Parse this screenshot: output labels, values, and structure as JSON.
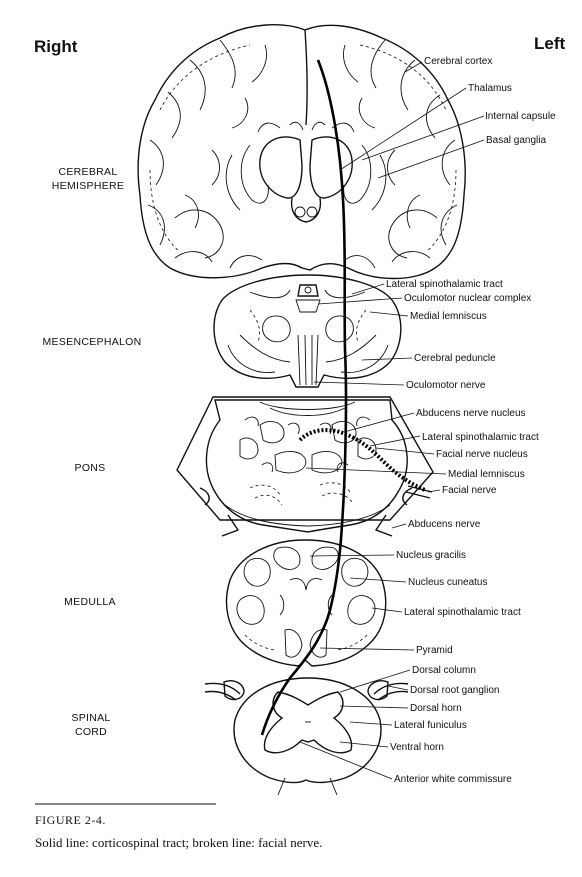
{
  "header": {
    "right": "Right",
    "left": "Left"
  },
  "regions": {
    "cerebral_1": "CEREBRAL",
    "cerebral_2": "HEMISPHERE",
    "mesencephalon": "MESENCEPHALON",
    "pons": "PONS",
    "medulla": "MEDULLA",
    "spinal_1": "SPINAL",
    "spinal_2": "CORD"
  },
  "labels": {
    "cerebral_cortex": "Cerebral cortex",
    "thalamus": "Thalamus",
    "internal_capsule": "Internal capsule",
    "basal_ganglia": "Basal ganglia",
    "lateral_spinothalamic_tract_mes": "Lateral spinothalamic tract",
    "oculomotor_nuclear_complex": "Oculomotor nuclear complex",
    "medial_lemniscus_mes": "Medial lemniscus",
    "cerebral_peduncle": "Cerebral peduncle",
    "oculomotor_nerve": "Oculomotor nerve",
    "abducens_nerve_nucleus": "Abducens nerve nucleus",
    "lateral_spinothalamic_tract_pons": "Lateral spinothalamic tract",
    "facial_nerve_nucleus": "Facial nerve nucleus",
    "medial_lemniscus_pons": "Medial lemniscus",
    "facial_nerve": "Facial nerve",
    "abducens_nerve": "Abducens nerve",
    "nucleus_gracilis": "Nucleus gracilis",
    "nucleus_cuneatus": "Nucleus cuneatus",
    "lateral_spinothalamic_tract_med": "Lateral spinothalamic tract",
    "pyramid": "Pyramid",
    "dorsal_column": "Dorsal column",
    "dorsal_root_ganglion": "Dorsal root ganglion",
    "dorsal_horn": "Dorsal horn",
    "lateral_funiculus": "Lateral funiculus",
    "ventral_horn": "Ventral horn",
    "anterior_white_commissure": "Anterior white commissure"
  },
  "caption": {
    "figure": "FIGURE 2-4.",
    "text": "Solid line: corticospinal tract; broken line: facial nerve."
  }
}
